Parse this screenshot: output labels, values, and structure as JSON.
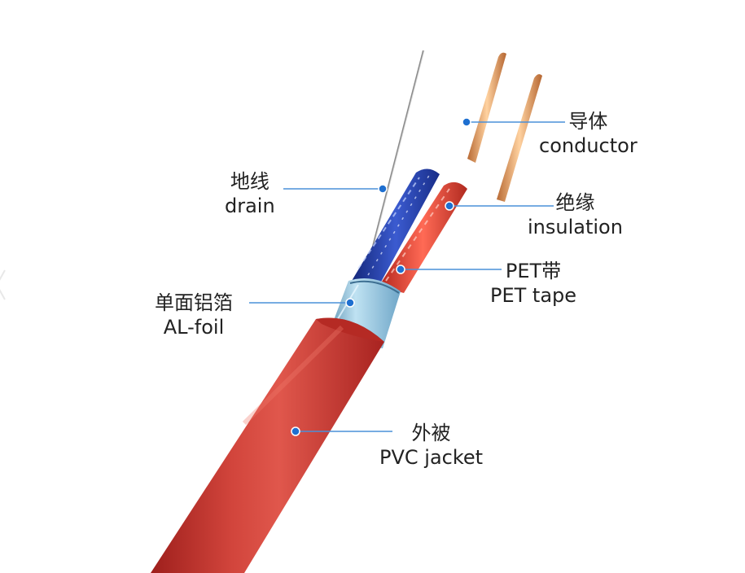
{
  "labels": {
    "conductor": {
      "zh": "导体",
      "en": "conductor"
    },
    "insulation": {
      "zh": "绝缘",
      "en": "insulation"
    },
    "pet_tape": {
      "zh": "PET带",
      "en": "PET tape"
    },
    "drain": {
      "zh": "地线",
      "en": "drain"
    },
    "al_foil": {
      "zh": "单面铝箔",
      "en": "AL-foil"
    },
    "pvc_jacket": {
      "zh": "外被",
      "en": "PVC jacket"
    }
  },
  "colors": {
    "jacket": "#c7322c",
    "jacket_highlight": "#e2534a",
    "foil": "#8fc4e0",
    "blue_core": "#1f3a9e",
    "red_core": "#d93a2c",
    "copper": "#e6a46a",
    "leader_line": "#4a90d9",
    "leader_dot": "#1e6fd0",
    "text": "#222222"
  }
}
